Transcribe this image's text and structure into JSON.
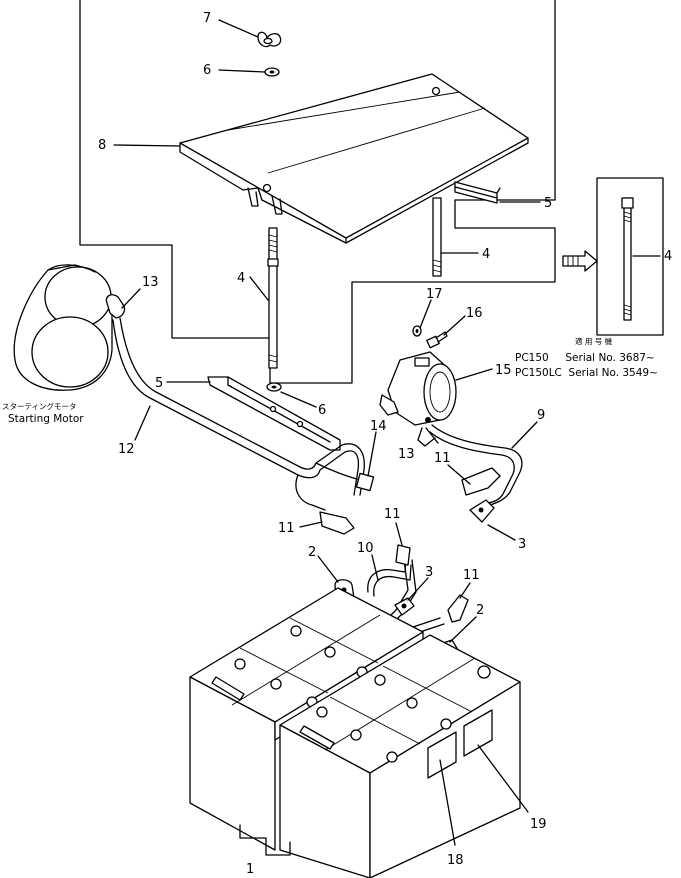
{
  "callouts": {
    "c1": "1",
    "c2a": "2",
    "c2b": "2",
    "c3a": "3",
    "c3b": "3",
    "c4a": "4",
    "c4b": "4",
    "c4c": "4",
    "c5a": "5",
    "c5b": "5",
    "c6a": "6",
    "c6b": "6",
    "c7": "7",
    "c8": "8",
    "c9": "9",
    "c10": "10",
    "c11a": "11",
    "c11b": "11",
    "c11c": "11",
    "c11d": "11",
    "c12": "12",
    "c13a": "13",
    "c13b": "13",
    "c14": "14",
    "c15": "15",
    "c16": "16",
    "c17": "17",
    "c18": "18",
    "c19": "19"
  },
  "motor": {
    "label_jp": "スターティングモータ",
    "label_en": "Starting Motor"
  },
  "applicability": {
    "title_jp": "適 用 号 機",
    "row1": "PC150     Serial No. 3687~",
    "row2": "PC150LC  Serial No. 3549~"
  }
}
